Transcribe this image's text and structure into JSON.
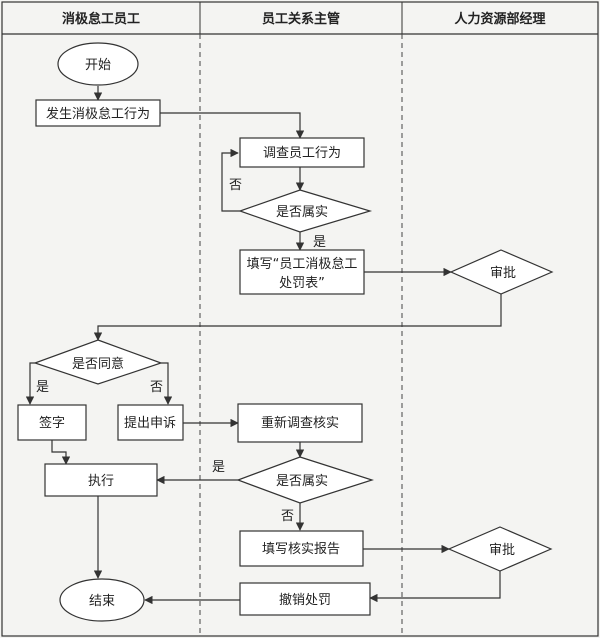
{
  "lanes": [
    "消极怠工员工",
    "员工关系主管",
    "人力资源部经理"
  ],
  "nodes": {
    "start": "开始",
    "behavior": "发生消极怠工行为",
    "investigate": "调查员工行为",
    "is_true_1": "是否属实",
    "fill_form_line1": "填写“员工消极怠工",
    "fill_form_line2": "处罚表”",
    "approve_1": "审批",
    "agree": "是否同意",
    "sign": "签字",
    "appeal": "提出申诉",
    "reinvestigate": "重新调查核实",
    "execute": "执行",
    "is_true_2": "是否属实",
    "fill_report": "填写核实报告",
    "approve_2": "审批",
    "end": "结束",
    "revoke": "撤销处罚"
  },
  "edge_labels": {
    "no_1": "否",
    "yes_1": "是",
    "yes_agree": "是",
    "no_agree": "否",
    "yes_2": "是",
    "no_2": "否"
  }
}
